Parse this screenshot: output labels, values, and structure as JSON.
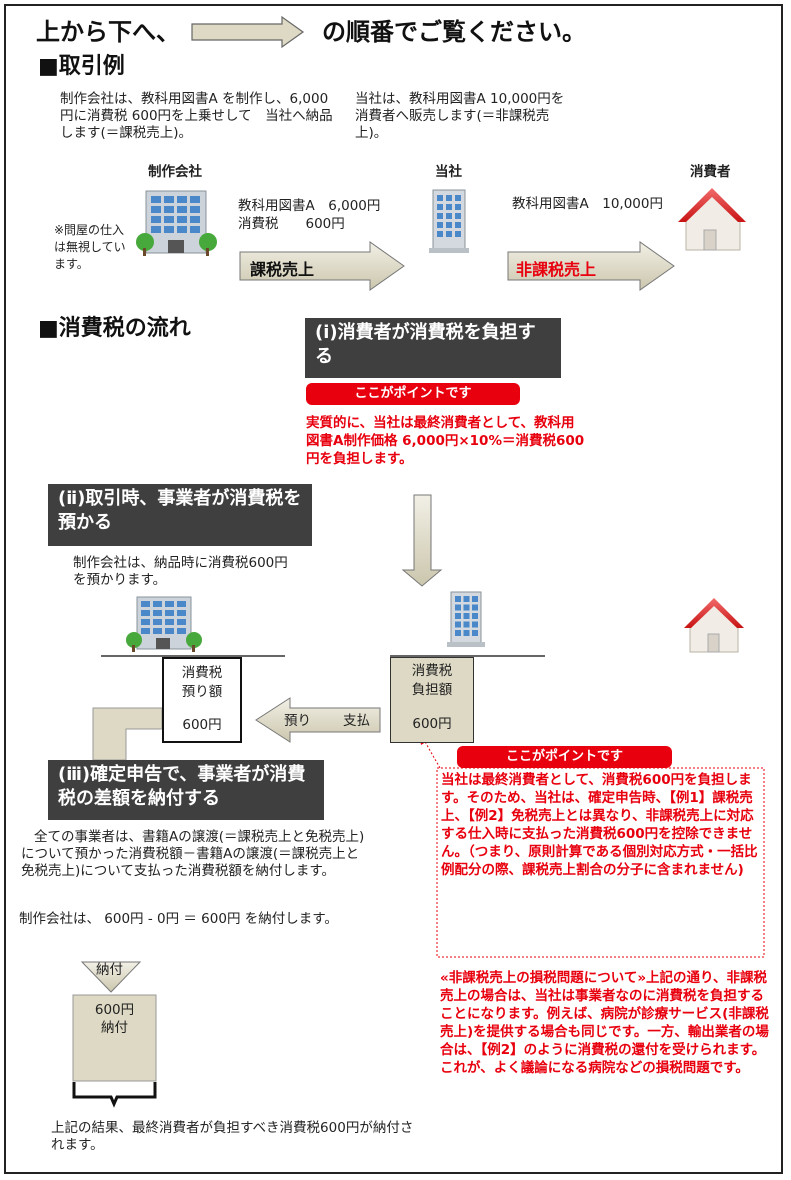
{
  "title": {
    "before": "上から下へ、",
    "after": "の順番でご覧ください。"
  },
  "example": {
    "heading": "■取引例",
    "desc_left": "制作会社は、教科用図書A を制作し、6,000円に消費税 600円を上乗せして　当社へ納品します(＝課税売上)。",
    "desc_right": "当社は、教科用図書A 10,000円を　消費者へ販売します(＝非課税売上)。",
    "company_label": "制作会社",
    "ours_label": "当社",
    "consumer_label": "消費者",
    "note": "※問屋の仕入は無視しています。",
    "item1_line1": "教科用図書A　6,000円",
    "item1_line2": "消費税　　600円",
    "item2": "教科用図書A　10,000円",
    "arrow1_label": "課税売上",
    "arrow2_label": "非課税売上"
  },
  "flow": {
    "heading": "■消費税の流れ",
    "step1_title": "(ⅰ)消費者が消費税を負担する",
    "point1": "ここがポイントです",
    "point1_text": "実質的に、当社は最終消費者として、教科用図書A制作価格 6,000円×10%＝消費税600円を負担します。",
    "step2_title": "(ⅱ)取引時、事業者が消費税を預かる",
    "step2_text": "制作会社は、納品時に消費税600円を預かります。",
    "box_company_l1": "消費税",
    "box_company_l2": "預り額",
    "box_company_amt": "600円",
    "box_ours_l1": "消費税",
    "box_ours_l2": "負担額",
    "box_ours_amt": "600円",
    "arrow_left": "預り",
    "arrow_right": "支払",
    "point2": "ここがポイントです",
    "point2_text": "当社は最終消費者として、消費税600円を負担します。そのため、当社は、確定申告時、【例1】課税売上、【例2】免税売上とは異なり、非課税売上に対応する仕入時に支払った消費税600円を控除できません。（つまり、原則計算である個別対応方式・一括比例配分の際、課税売上割合の分子に含まれません)",
    "step3_title": "(ⅲ)確定申告で、事業者が消費税の差額を納付する",
    "step3_text": "全ての事業者は、書籍Aの譲渡(＝課税売上と免税売上)について預かった消費税額－書籍Aの譲渡(＝課税売上と免税売上)について支払った消費税額を納付します。",
    "step3_calc": "制作会社は、 600円 - 0円 ＝ 600円 を納付します。",
    "pay_label": "納付",
    "pay_box_l1": "600円",
    "pay_box_l2": "納付",
    "result": "上記の結果、最終消費者が負担すべき消費税600円が納付されます。",
    "loss_text": "«非課税売上の損税問題について»上記の通り、非課税売上の場合は、当社は事業者なのに消費税を負担することになります。例えば、病院が診療サービス(非課税売上)を提供する場合も同じです。一方、輸出業者の場合は、【例2】のように消費税の還付を受けられます。これが、よく議論になる病院などの損税問題です。"
  },
  "colors": {
    "accent_red": "#e8000e",
    "dark_box": "#3f3f3f",
    "arrow_fill": "#ddd9c4"
  }
}
